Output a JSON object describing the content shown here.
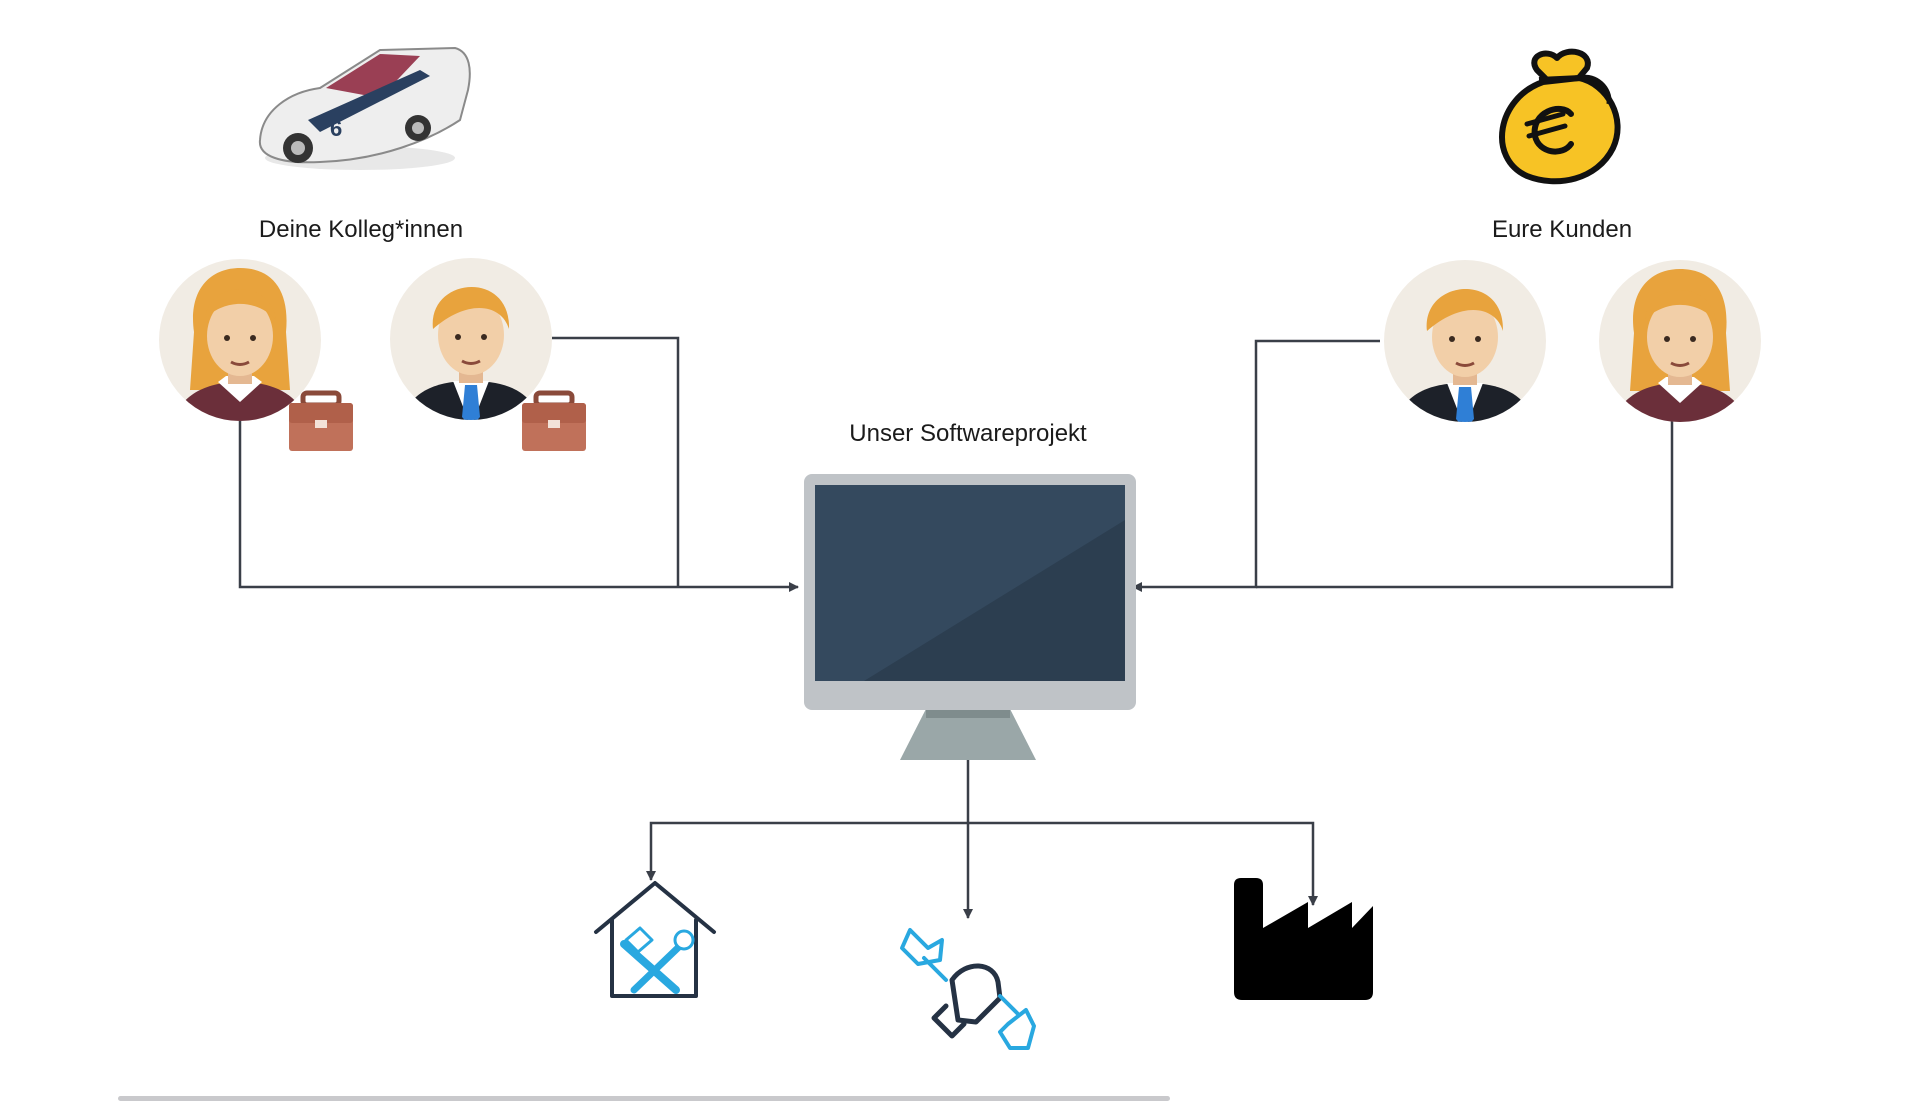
{
  "labels": {
    "colleagues": "Deine Kolleg*innen",
    "customers": "Eure Kunden",
    "project": "Unser Softwareprojekt"
  },
  "colors": {
    "connector": "#3a3f48",
    "monitor_frame": "#bfc3c7",
    "monitor_screen": "#34495e",
    "monitor_stand": "#9aa7a8",
    "avatar_bg": "#f1ece4",
    "hair": "#e8a33d",
    "skin": "#f2cfa8",
    "briefcase": "#c0715a",
    "money_bag": "#f7c325",
    "tool_blue": "#29a8e0",
    "tool_dark": "#253244",
    "factory": "#000000"
  },
  "icons": {
    "race_car": "race-car-icon",
    "money_bag": "euro-money-bag-icon",
    "female_avatar": "female-avatar-icon",
    "male_avatar": "male-avatar-icon",
    "briefcase": "briefcase-icon",
    "monitor": "monitor-icon",
    "home_repair": "house-tools-icon",
    "plug_service": "plug-wrench-icon",
    "factory": "factory-icon"
  }
}
